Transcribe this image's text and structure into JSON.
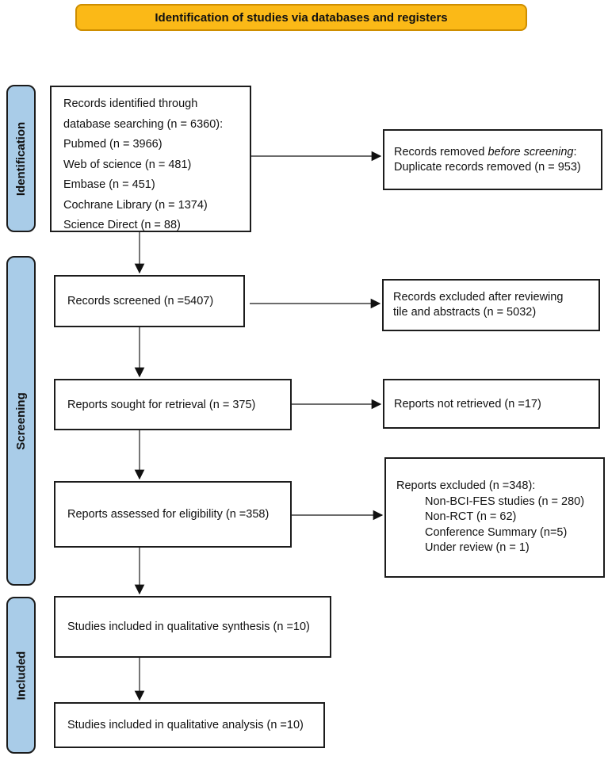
{
  "banner": {
    "label": "Identification of studies via databases and registers",
    "fill": "#FBB917",
    "border": "#CE8E00"
  },
  "sidebar": {
    "fill": "#A9CCE8",
    "identification": "Identification",
    "screening": "Screening",
    "included": "Included"
  },
  "boxes": {
    "identified": {
      "lines": [
        "Records identified through",
        "database searching  (n = 6360):",
        "Pubmed (n = 3966)",
        "Web of science  (n = 481)",
        "Embase  (n = 451)",
        "Cochrane Library  (n = 1374)",
        "Science Direct  (n = 88)"
      ]
    },
    "removed": {
      "prefix": "Records removed ",
      "italic": "before screening",
      "suffix": ":",
      "line2": "Duplicate records removed (n = 953)"
    },
    "screened": {
      "label": "Records screened (n =5407)"
    },
    "excluded_reviewing": {
      "line1": "Records excluded after reviewing",
      "line2": "tile and abstracts (n = 5032)"
    },
    "sought": {
      "label": "Reports sought for retrieval (n = 375)"
    },
    "not_retrieved": {
      "label": "Reports not retrieved (n =17)"
    },
    "assessed": {
      "label": "Reports assessed for eligibility (n =358)"
    },
    "reports_excluded": {
      "title": "Reports excluded (n =348):",
      "items": [
        "Non-BCI-FES studies (n = 280)",
        "Non-RCT (n = 62)",
        "Conference Summary (n=5)",
        "Under review (n = 1)"
      ]
    },
    "synthesis": {
      "label": "Studies included in qualitative synthesis (n =10)"
    },
    "analysis": {
      "label": "Studies included in qualitative analysis (n =10)"
    }
  }
}
